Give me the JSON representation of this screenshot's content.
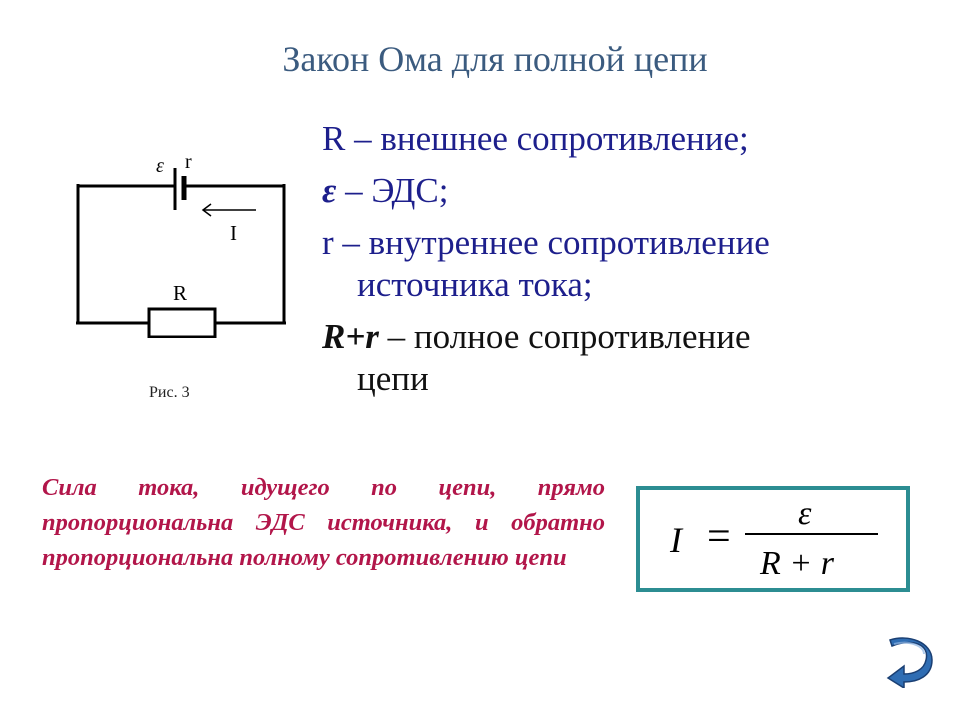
{
  "title": "Закон Ома для полной цепи",
  "definitions": [
    {
      "symbol": "R",
      "text": " – внешнее сопротивление;"
    },
    {
      "symbol": "ε",
      "text": " – ЭДС;"
    },
    {
      "symbol": "r",
      "text": " – внутреннее сопротивление",
      "cont": "источника тока;"
    },
    {
      "symbol": "R+r",
      "text": " – полное сопротивление",
      "cont": "цепи"
    }
  ],
  "circuit": {
    "emf_label": "ε",
    "internal_resistance_label": "r",
    "current_label": "I",
    "resistor_label": "R",
    "caption": "Рис. 3"
  },
  "law_text": "Сила тока, идущего по цепи, прямо пропорциональна ЭДС источника, и обратно пропорциональна полному сопротивлению цепи",
  "formula": {
    "lhs": "I",
    "eq": "=",
    "numerator": "ε",
    "denominator": "R + r"
  },
  "colors": {
    "title": "#3b5b7f",
    "definitions": "#1d1f8c",
    "law": "#b2164a",
    "formula_border": "#2c8d92",
    "button": "#2f6db3"
  },
  "icons": {
    "back": "return-arrow-icon"
  }
}
